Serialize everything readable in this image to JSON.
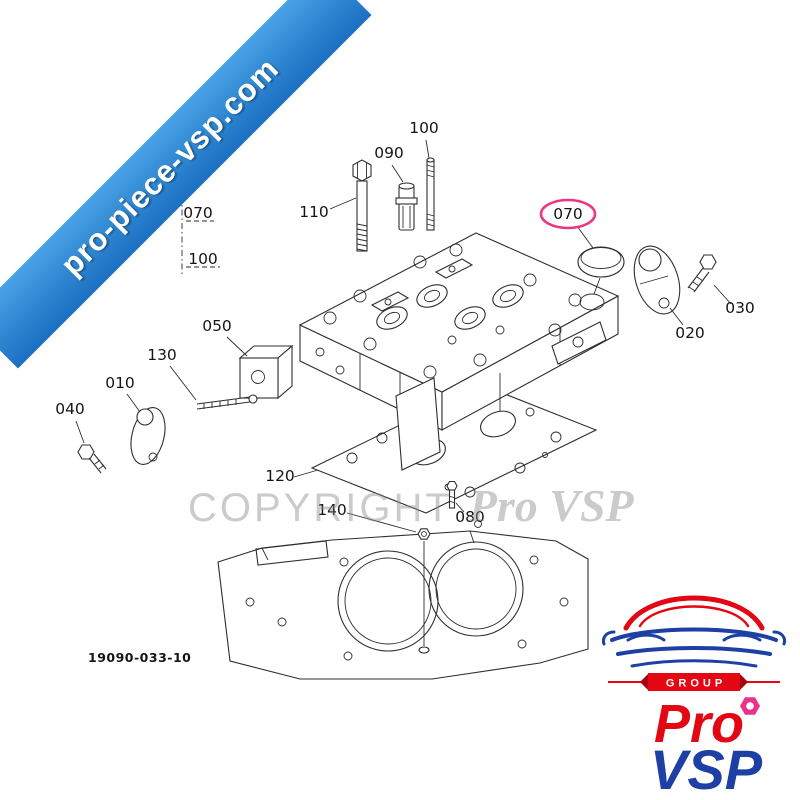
{
  "ribbon": {
    "text": "pro-piece-vsp.com"
  },
  "watermark": {
    "left": "COPYRIGHT",
    "right": "Pro VSP"
  },
  "drawing": {
    "number": "19090-033-10",
    "highlight_color": "#e8387f",
    "labels": {
      "top_100": "100",
      "guide_090": "090",
      "bolt_110": "110",
      "ref_070": "070",
      "ref_100": "100",
      "cap_070": "070",
      "bolt_030": "030",
      "bracket_020": "020",
      "bracket_050": "050",
      "stud_130": "130",
      "plate_010": "010",
      "bolt_040": "040",
      "gasket_120": "120",
      "nut_140": "140",
      "bolt_080": "080"
    }
  },
  "logo": {
    "group_label": "GROUP",
    "brand_pro": "Pro",
    "brand_vsp": "VSP"
  },
  "colors": {
    "ribbon_blue_light": "#4aa3e6",
    "ribbon_blue_dark": "#1c6fc3",
    "highlight_pink": "#e8387f",
    "logo_red": "#e30613",
    "logo_blue": "#1e3fa3",
    "nut_pink": "#e8338c",
    "line": "#2e2e2e"
  }
}
